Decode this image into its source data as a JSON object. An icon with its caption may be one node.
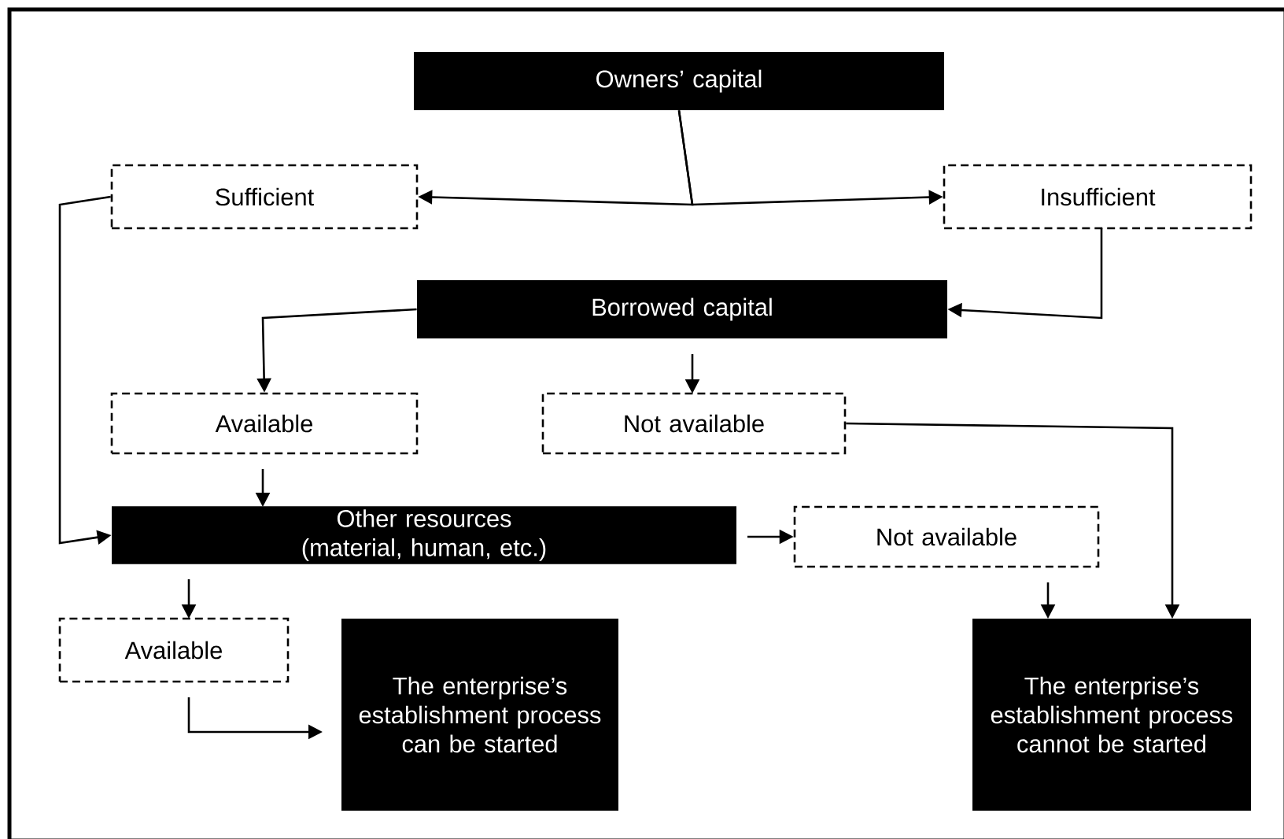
{
  "diagram": {
    "nodes": [
      {
        "text": [
          "Owners’ capital"
        ]
      },
      {
        "text": [
          "Sufficient"
        ]
      },
      {
        "text": [
          "Insufficient"
        ]
      },
      {
        "text": [
          "Borrowed capital"
        ]
      },
      {
        "text": [
          "Available"
        ]
      },
      {
        "text": [
          "Not available"
        ]
      },
      {
        "text": [
          "Other resources (material, human, etc.)"
        ]
      },
      {
        "text": [
          "Not available"
        ]
      },
      {
        "text": [
          "Available"
        ]
      },
      {
        "text": [
          "The enterprise’s establishment process can be started"
        ]
      },
      {
        "text": [
          "The enterprise’s establishment process cannot be started"
        ]
      }
    ],
    "edges": [
      {
        "from": 0,
        "to": 1,
        "arrow": "to"
      },
      {
        "from": 0,
        "to": 2,
        "arrow": "to"
      },
      {
        "from": 1,
        "to": 6,
        "arrow": "to"
      },
      {
        "from": 2,
        "to": 3,
        "arrow": "to"
      },
      {
        "from": 3,
        "to": 4,
        "arrow": "to"
      },
      {
        "from": 3,
        "to": 5,
        "arrow": "to"
      },
      {
        "from": 4,
        "to": 6,
        "arrow": "to"
      },
      {
        "from": 5,
        "to": 10,
        "arrow": "to"
      },
      {
        "from": 6,
        "to": 7,
        "arrow": "to"
      },
      {
        "from": 6,
        "to": 8,
        "arrow": "to"
      },
      {
        "from": 7,
        "to": 10,
        "arrow": "to"
      },
      {
        "from": 8,
        "to": 9,
        "arrow": "to"
      }
    ]
  }
}
